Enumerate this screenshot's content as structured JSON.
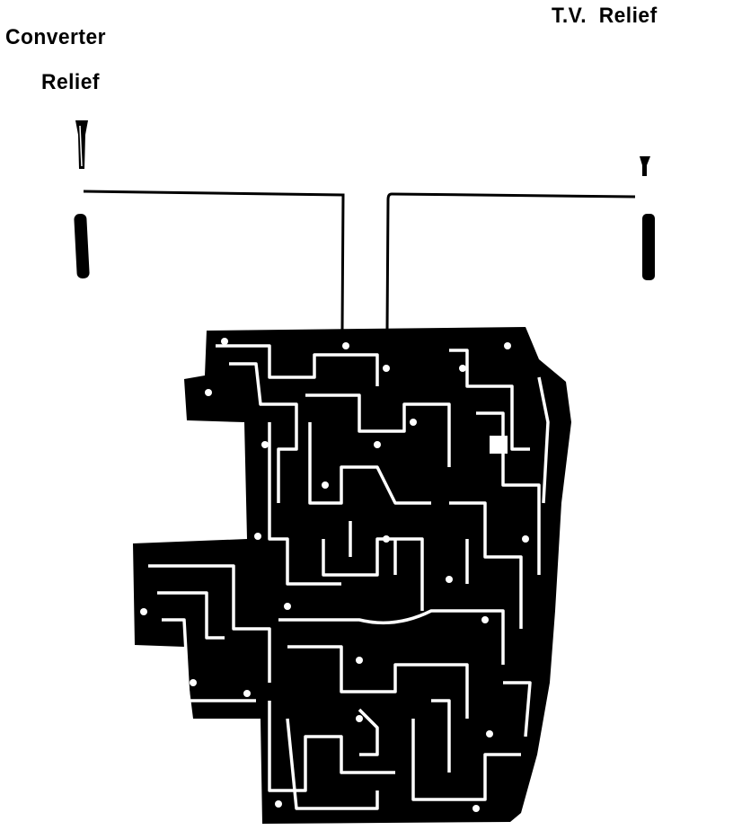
{
  "labels": {
    "converter_line1": "Converter",
    "converter_line2": "Relief",
    "tv_relief": "T.V.  Relief"
  },
  "colors": {
    "ink": "#000000",
    "paper": "#ffffff"
  }
}
